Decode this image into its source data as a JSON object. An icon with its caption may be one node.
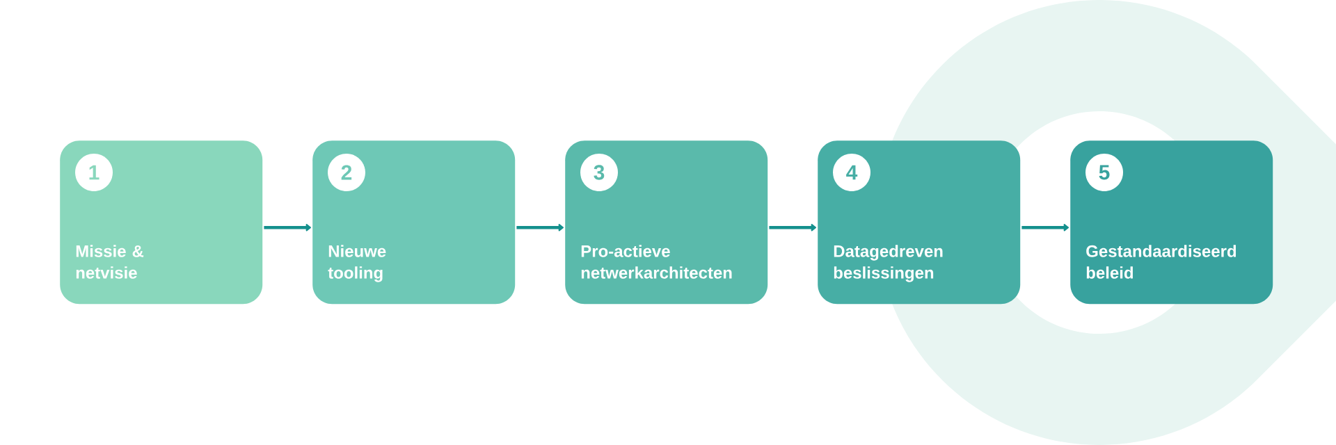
{
  "diagram": {
    "nodes": [
      {
        "text": [
          "Missie & netvisie"
        ]
      },
      {
        "text": [
          "1"
        ],
        "in": 0
      },
      {
        "text": [
          "Nieuwe tooling"
        ]
      },
      {
        "text": [
          "2"
        ],
        "in": 2
      },
      {
        "text": [
          "Pro-actieve netwerkarchitecten"
        ]
      },
      {
        "text": [
          "3"
        ],
        "in": 4
      },
      {
        "text": [
          "Datagedreven beslissingen"
        ]
      },
      {
        "text": [
          "4"
        ],
        "in": 6
      },
      {
        "text": [
          "Gestandaardiseerd beleid"
        ]
      },
      {
        "text": [
          "5"
        ],
        "in": 8
      }
    ],
    "edges": [
      {
        "from": 0,
        "to": 2,
        "arrow": "to"
      },
      {
        "from": 2,
        "to": 4,
        "arrow": "to"
      },
      {
        "from": 4,
        "to": 6,
        "arrow": "to"
      },
      {
        "from": 6,
        "to": 8,
        "arrow": "to"
      }
    ]
  }
}
